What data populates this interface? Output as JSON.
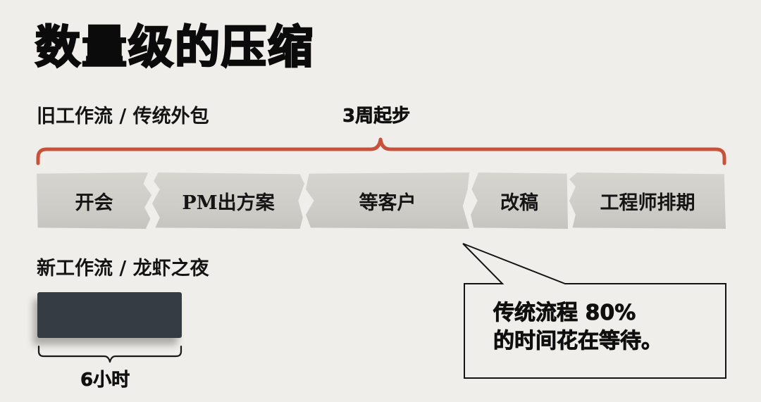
{
  "title": "数量级的压缩",
  "old_workflow": {
    "label": "旧工作流 / 传统外包",
    "duration": "3周起步",
    "steps": [
      {
        "label": "开会"
      },
      {
        "label": "PM出方案"
      },
      {
        "label": "等客户"
      },
      {
        "label": "改稿"
      },
      {
        "label": "工程师排期"
      }
    ]
  },
  "new_workflow": {
    "label": "新工作流 / 龙虾之夜",
    "duration": "6小时"
  },
  "callout": {
    "line1": "传统流程 80%",
    "line2": "的时间花在等待。"
  },
  "colors": {
    "background": "#efeeea",
    "brace_accent": "#c8513a",
    "step_block": "#d2d0cb",
    "new_bar": "#353c43",
    "text": "#111111"
  }
}
